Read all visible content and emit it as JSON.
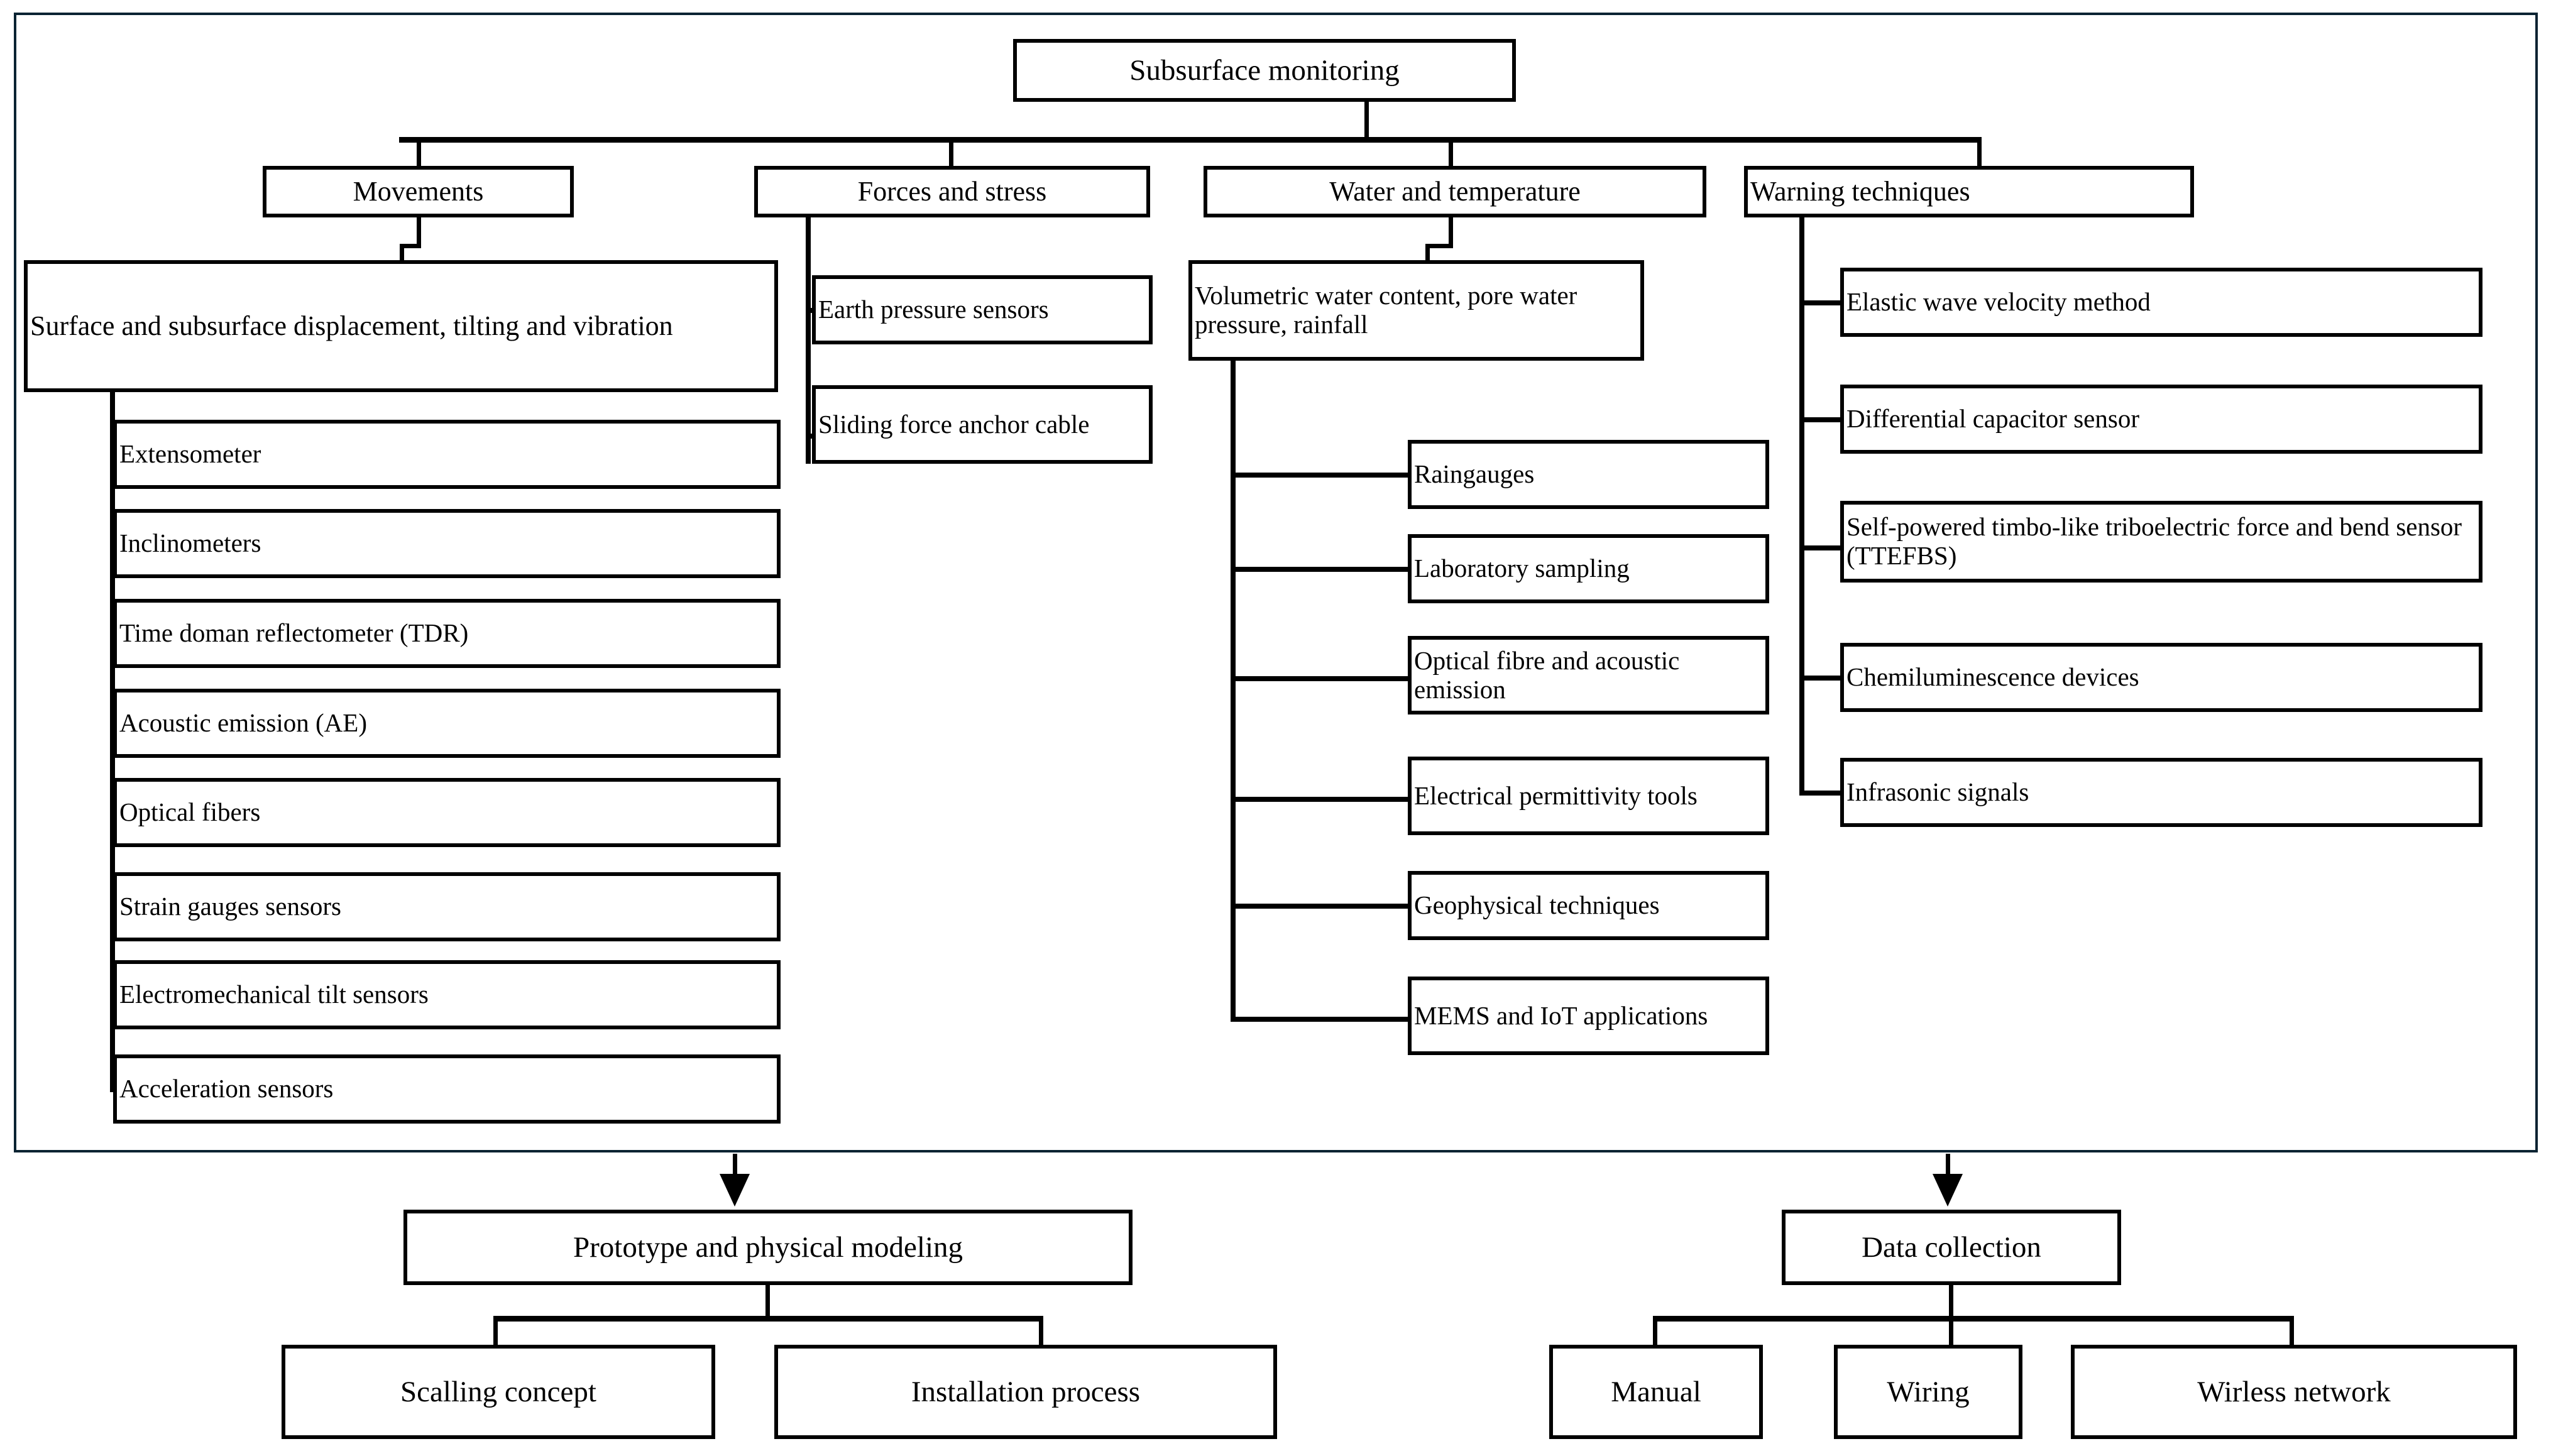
{
  "diagram": {
    "title_node": "Subsurface monitoring",
    "branches": [
      {
        "key": "movements",
        "label": "Movements",
        "group": "Surface and subsurface displacement, tilting and vibration",
        "items": [
          "Extensometer",
          "Inclinometers",
          "Time doman reflectometer (TDR)",
          "Acoustic emission (AE)",
          "Optical fibers",
          "Strain gauges sensors",
          "Electromechanical tilt sensors",
          "Acceleration sensors"
        ]
      },
      {
        "key": "forces",
        "label": "Forces and stress",
        "items": [
          "Earth pressure sensors",
          "Sliding force anchor cable"
        ]
      },
      {
        "key": "water",
        "label": "Water and temperature",
        "group": "Volumetric water content, pore water pressure, rainfall",
        "items": [
          "Raingauges",
          "Laboratory sampling",
          "Optical fibre and acoustic emission",
          "Electrical permittivity tools",
          "Geophysical techniques",
          "MEMS and IoT applications"
        ]
      },
      {
        "key": "warning",
        "label": "Warning techniques",
        "items": [
          "Elastic wave velocity method",
          "Differential capacitor sensor",
          "Self-powered timbo-like triboelectric force and bend sensor (TTEFBS)",
          "Chemiluminescence devices",
          "Infrasonic signals"
        ]
      }
    ],
    "outputs": [
      {
        "key": "prototype",
        "label": "Prototype and physical modeling",
        "children": [
          "Scalling concept",
          "Installation process"
        ]
      },
      {
        "key": "data-collection",
        "label": "Data collection",
        "children": [
          "Manual",
          "Wiring",
          "Wirless network"
        ]
      }
    ]
  },
  "colors": {
    "frame_border": "#0a2332",
    "node_border": "#000000",
    "connector": "#000000",
    "text": "#000000",
    "background": "#ffffff"
  }
}
